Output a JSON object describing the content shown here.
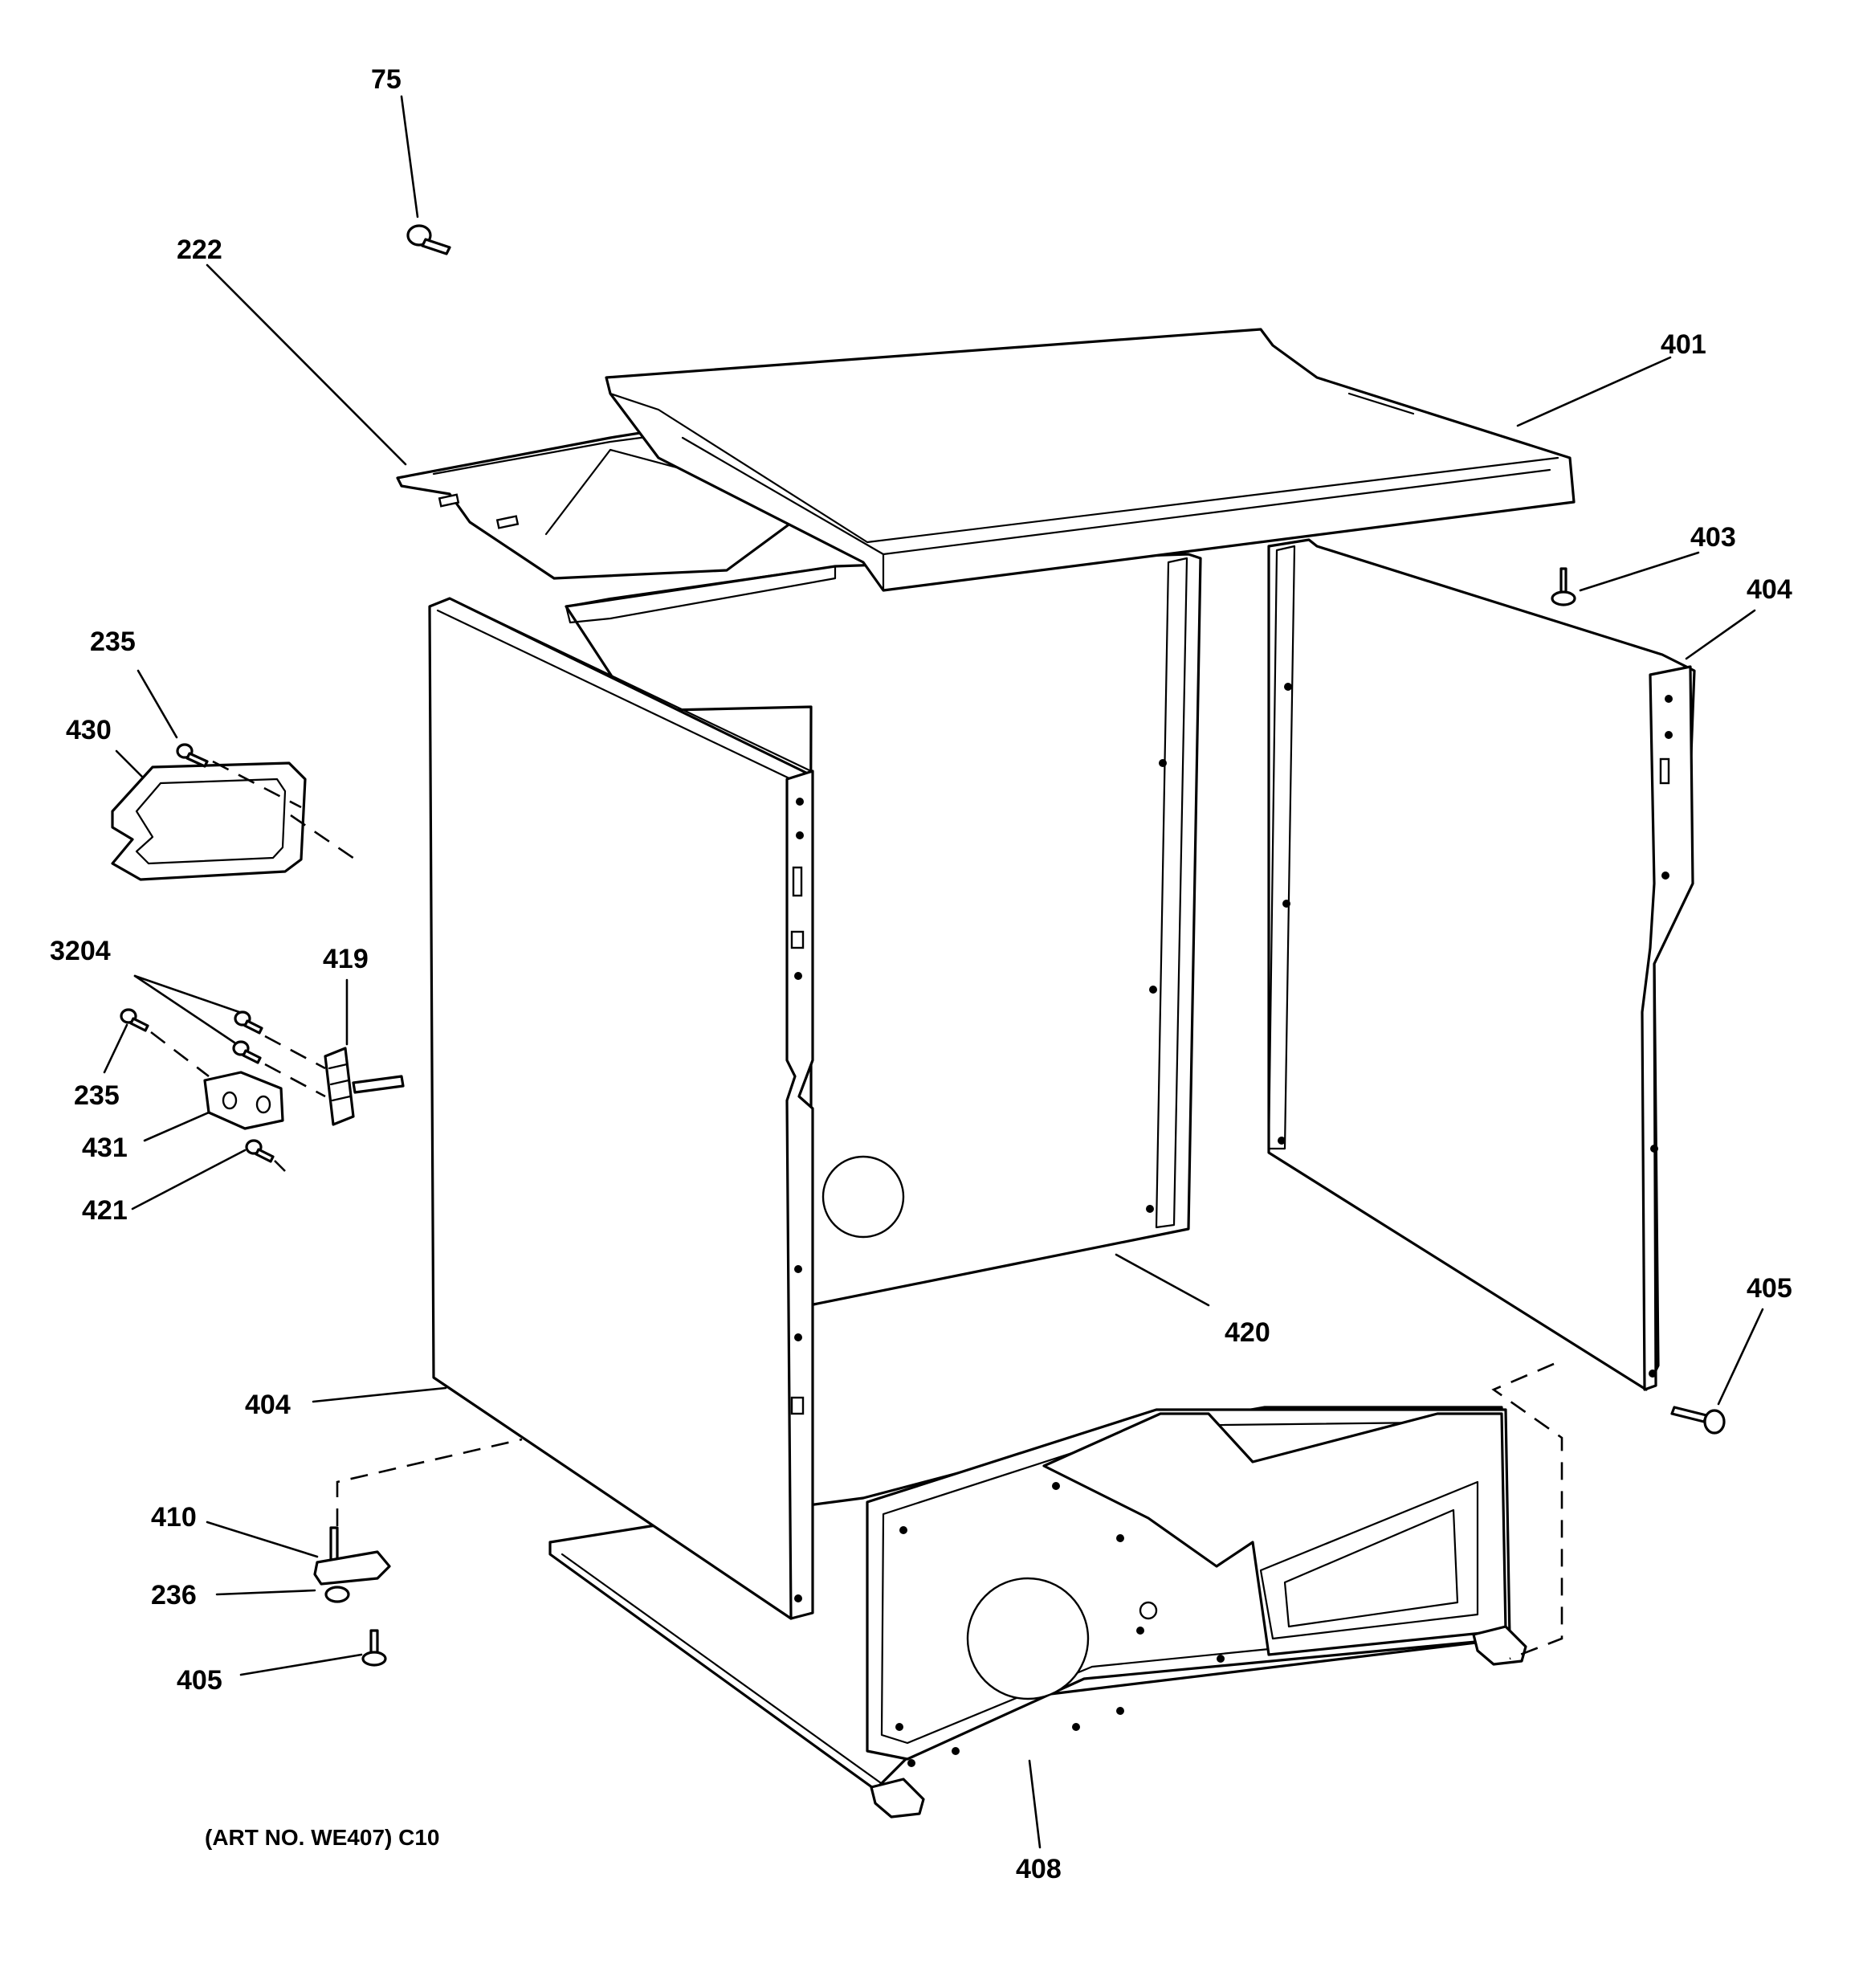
{
  "labels": {
    "p75": "75",
    "p222": "222",
    "p401": "401",
    "p403": "403",
    "p404_right": "404",
    "p235_top": "235",
    "p430": "430",
    "p3204": "3204",
    "p419": "419",
    "p235_mid": "235",
    "p431": "431",
    "p421": "421",
    "p405_right": "405",
    "p420": "420",
    "p404_left": "404",
    "p410": "410",
    "p236": "236",
    "p405_left": "405",
    "p408": "408"
  },
  "art_number": "(ART NO. WE407) C10"
}
